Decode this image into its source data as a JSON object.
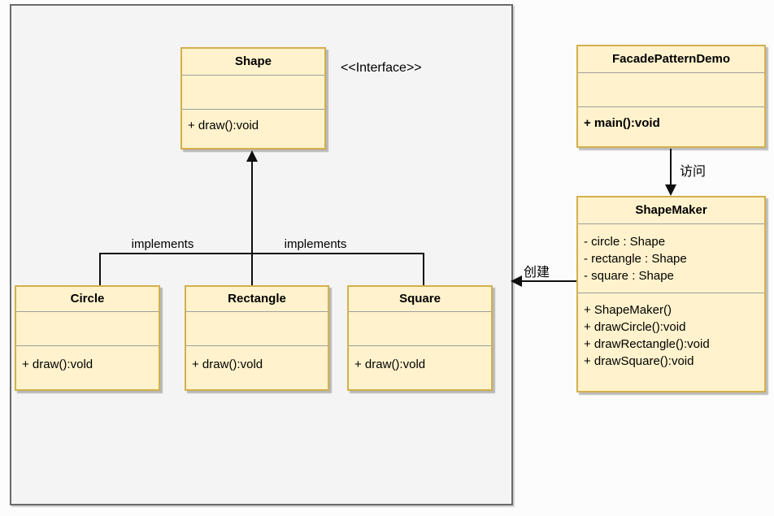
{
  "colors": {
    "class-fill": "#FFF2CC",
    "class-border": "#D2B04C",
    "separator": "#9E9E9E",
    "line": "#0F0F0F",
    "container-fill": "#F4F4F4",
    "container-border": "#6A6A6A",
    "page-bg": "#FCFCFD"
  },
  "stereotype": "<<Interface>>",
  "relations": {
    "implements_left": "implements",
    "implements_right": "implements",
    "access": "访问",
    "create": "创建"
  },
  "classes": [
    {
      "name": "Shape",
      "attributes": [],
      "methods": [
        "+ draw():void"
      ]
    },
    {
      "name": "Circle",
      "attributes": [],
      "methods": [
        "+ draw():vold"
      ]
    },
    {
      "name": "Rectangle",
      "attributes": [],
      "methods": [
        "+ draw():vold"
      ]
    },
    {
      "name": "Square",
      "attributes": [],
      "methods": [
        "+ draw():vold"
      ]
    },
    {
      "name": "FacadePatternDemo",
      "attributes": [],
      "methods": [
        "+ main():void"
      ]
    },
    {
      "name": "ShapeMaker",
      "attributes": [
        "- circle : Shape",
        "- rectangle : Shape",
        "- square : Shape"
      ],
      "methods": [
        "+ ShapeMaker()",
        "+ drawCircle():void",
        "+ drawRectangle():void",
        "+ drawSquare():void"
      ]
    }
  ]
}
